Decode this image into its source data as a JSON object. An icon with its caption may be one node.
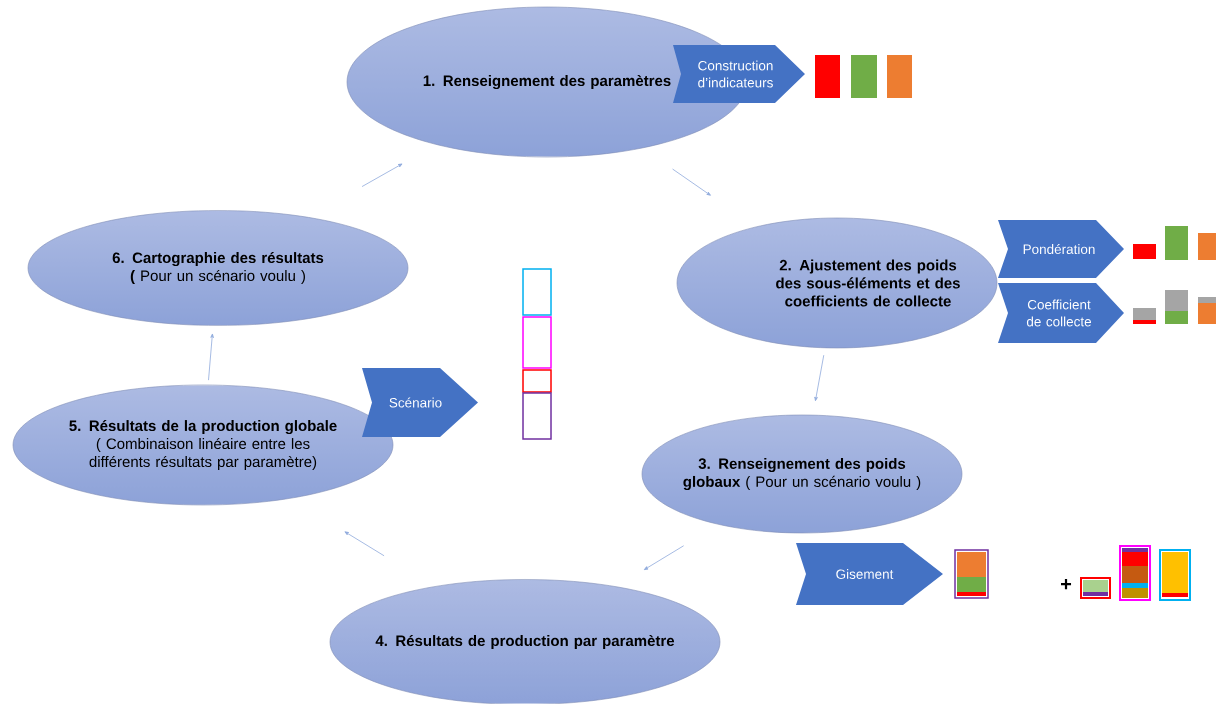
{
  "diagram": {
    "nodes": [
      {
        "text": [
          "1. Renseignement des paramètres"
        ]
      },
      {
        "text": [
          "2. Ajustement des poids des sous-éléments et des coefficients de collecte"
        ]
      },
      {
        "text": [
          "**3. Renseignement des poids globaux** ( Pour un scénario voulu )"
        ]
      },
      {
        "text": [
          "4. Résultats de production par paramètre"
        ]
      },
      {
        "text": [
          "**5. Résultats de la production globale** ( Combinaison linéaire entre les différents résultats par paramètre)"
        ]
      },
      {
        "text": [
          "**6. Cartographie des résultats (** Pour un scénario voulu )"
        ]
      },
      {
        "text": [
          "Construction d’indicateurs"
        ]
      },
      {
        "text": [
          "Pondération"
        ]
      },
      {
        "text": [
          "Coefficient de collecte"
        ]
      },
      {
        "text": [
          "Gisement"
        ]
      },
      {
        "text": [
          "Scénario"
        ]
      }
    ],
    "edges": [
      {
        "from": 0,
        "to": 1,
        "arrow": "to"
      },
      {
        "from": 1,
        "to": 2,
        "arrow": "to"
      },
      {
        "from": 2,
        "to": 3,
        "arrow": "to"
      },
      {
        "from": 3,
        "to": 4,
        "arrow": "to"
      },
      {
        "from": 4,
        "to": 5,
        "arrow": "to"
      },
      {
        "from": 5,
        "to": 0,
        "arrow": "to"
      }
    ],
    "labels": [
      "+"
    ]
  }
}
